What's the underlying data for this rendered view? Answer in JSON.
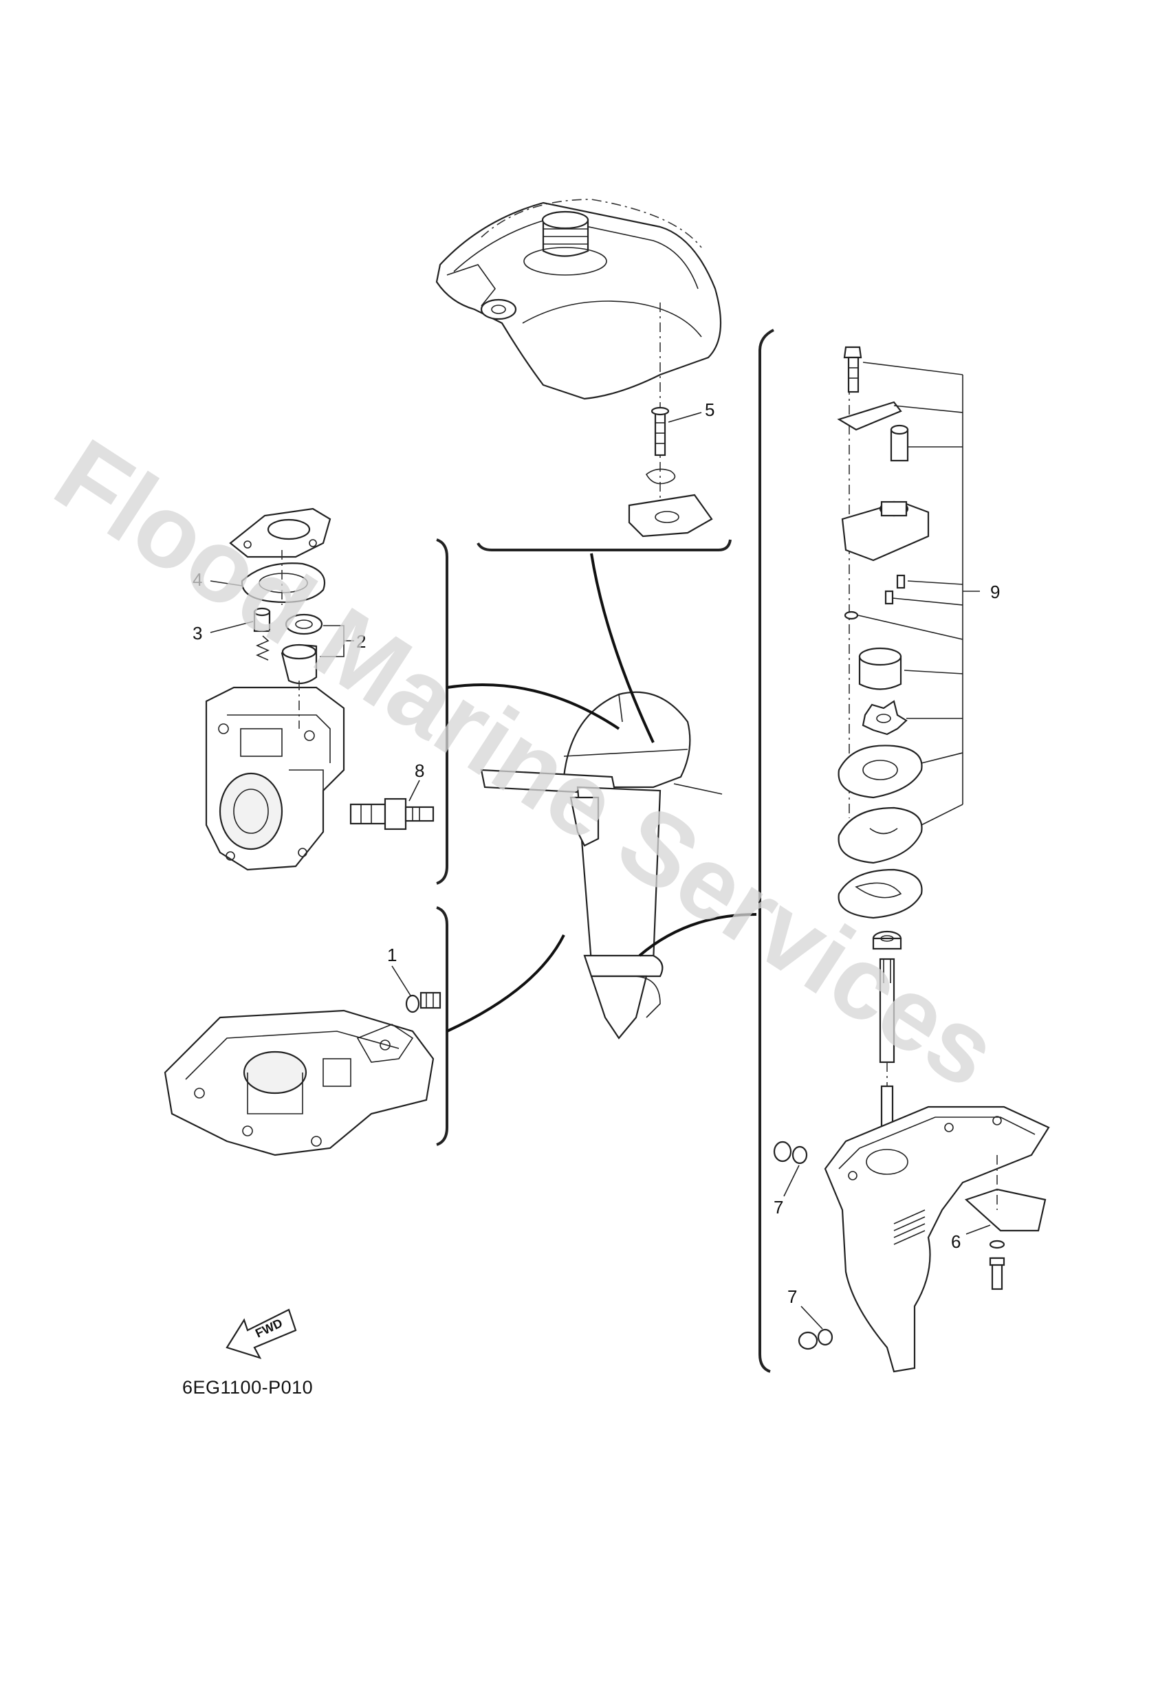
{
  "watermark": "Flood Marine Services",
  "diagram_code": "6EG1100-P010",
  "fwd_arrow_label": "FWD",
  "callouts": [
    {
      "id": "callout-1",
      "text": "1"
    },
    {
      "id": "callout-2",
      "text": "2"
    },
    {
      "id": "callout-3",
      "text": "3"
    },
    {
      "id": "callout-4",
      "text": "4"
    },
    {
      "id": "callout-5",
      "text": "5"
    },
    {
      "id": "callout-6",
      "text": "6"
    },
    {
      "id": "callout-7a",
      "text": "7"
    },
    {
      "id": "callout-7b",
      "text": "7"
    },
    {
      "id": "callout-8",
      "text": "8"
    },
    {
      "id": "callout-9",
      "text": "9"
    }
  ]
}
